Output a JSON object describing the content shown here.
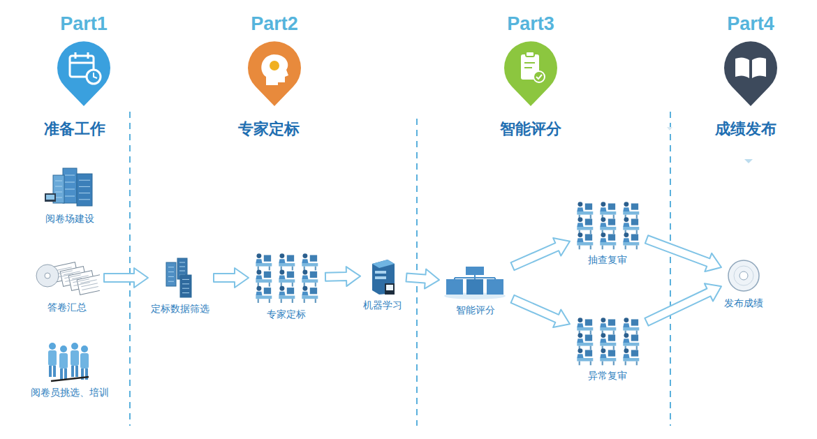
{
  "diagram": {
    "nodes": [
      {
        "text": [
          "阅卷场建设"
        ]
      },
      {
        "text": [
          "答卷汇总"
        ]
      },
      {
        "text": [
          "阅卷员挑选、培训"
        ]
      },
      {
        "text": [
          "定标数据筛选"
        ]
      },
      {
        "text": [
          "专家定标"
        ]
      },
      {
        "text": [
          "机器学习"
        ]
      },
      {
        "text": [
          "智能评分"
        ]
      },
      {
        "text": [
          "抽查复审"
        ]
      },
      {
        "text": [
          "异常复审"
        ]
      },
      {
        "text": [
          "发布成绩"
        ]
      }
    ],
    "edges": [
      {
        "from": 1,
        "to": 3,
        "arrow": "to"
      },
      {
        "from": 3,
        "to": 4,
        "arrow": "to"
      },
      {
        "from": 4,
        "to": 5,
        "arrow": "to"
      },
      {
        "from": 5,
        "to": 6,
        "arrow": "to"
      },
      {
        "from": 6,
        "to": 7,
        "arrow": "to"
      },
      {
        "from": 6,
        "to": 8,
        "arrow": "to"
      },
      {
        "from": 7,
        "to": 9,
        "arrow": "to"
      },
      {
        "from": 8,
        "to": 9,
        "arrow": "to"
      }
    ],
    "labels": [
      "Part1",
      "准备工作",
      "Part2",
      "专家定标",
      "Part3",
      "智能评分",
      "Part4",
      "成绩发布"
    ]
  }
}
